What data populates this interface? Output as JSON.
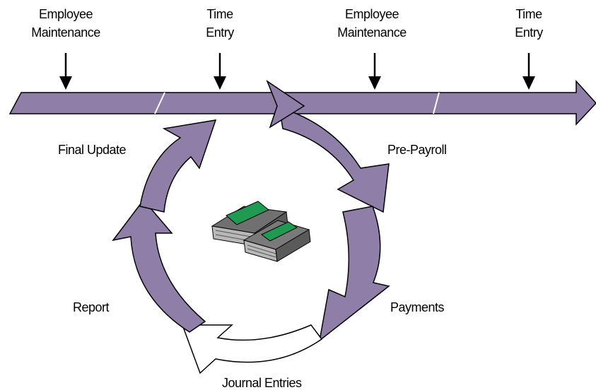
{
  "timeline": {
    "labels": [
      {
        "line1": "Employee",
        "line2": "Maintenance"
      },
      {
        "line1": "Time",
        "line2": "Entry"
      },
      {
        "line1": "Employee",
        "line2": "Maintenance"
      },
      {
        "line1": "Time",
        "line2": "Entry"
      }
    ]
  },
  "cycle": {
    "final_update": "Final Update",
    "pre_payroll": "Pre-Payroll",
    "report": "Report",
    "payments": "Payments",
    "journal_entries": "Journal Entries"
  },
  "colors": {
    "arrow_fill": "#8f7fa8",
    "outline": "#000000",
    "money_green": "#1e9a52"
  },
  "icons": {
    "center": "money-stacks-icon"
  }
}
